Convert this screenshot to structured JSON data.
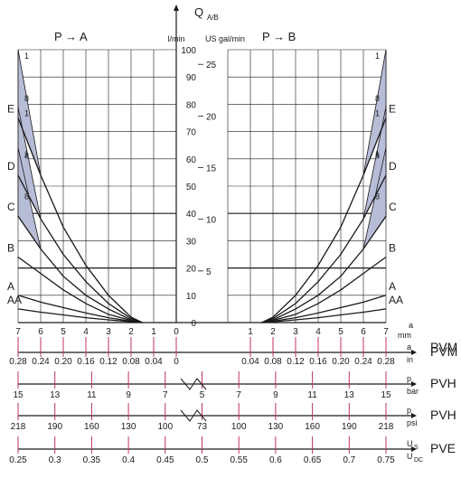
{
  "colors": {
    "ink": "#1a1a1a",
    "band": "#b7bdd6",
    "tick": "#c0306a"
  },
  "chart_data": {
    "type": "line",
    "title_q": "Q",
    "title_q_sub": "A/B",
    "units_left": "l/min",
    "units_right": "US gal/min",
    "left_label": "P → A",
    "right_label": "P → B",
    "ylim": [
      0,
      100
    ],
    "y_ticks_lmin": [
      "0",
      "10",
      "20",
      "30",
      "40",
      "50",
      "60",
      "70",
      "80",
      "90",
      "100"
    ],
    "y_ticks_gal": [
      "5",
      "10",
      "15",
      "20",
      "25"
    ],
    "x_ticks_mm": [
      "7",
      "6",
      "5",
      "4",
      "3",
      "2",
      "1",
      "0",
      "1",
      "2",
      "3",
      "4",
      "5",
      "6",
      "7"
    ],
    "x_mm_unit_a": "a",
    "x_mm_unit": "mm",
    "grid": true,
    "series": [
      {
        "name": "E",
        "values": [
          [
            1.5,
            0
          ],
          [
            2,
            2
          ],
          [
            3,
            10
          ],
          [
            4,
            21
          ],
          [
            5,
            35
          ],
          [
            6,
            54
          ],
          [
            7,
            75
          ]
        ]
      },
      {
        "name": "D",
        "values": [
          [
            1.5,
            0
          ],
          [
            2,
            1.5
          ],
          [
            3,
            7
          ],
          [
            4,
            15
          ],
          [
            5,
            25
          ],
          [
            6,
            38
          ],
          [
            7,
            54
          ]
        ]
      },
      {
        "name": "C",
        "values": [
          [
            1.5,
            0
          ],
          [
            2,
            1
          ],
          [
            3,
            5
          ],
          [
            4,
            10
          ],
          [
            5,
            17
          ],
          [
            6,
            27
          ],
          [
            7,
            39
          ]
        ]
      },
      {
        "name": "B",
        "values": [
          [
            1.5,
            0
          ],
          [
            2,
            0.8
          ],
          [
            3,
            3
          ],
          [
            4,
            7
          ],
          [
            5,
            12
          ],
          [
            6,
            18
          ],
          [
            7,
            24
          ]
        ]
      },
      {
        "name": "A",
        "values": [
          [
            1.5,
            0
          ],
          [
            2,
            0.5
          ],
          [
            3,
            1.8
          ],
          [
            4,
            3.5
          ],
          [
            5,
            5.5
          ],
          [
            6,
            7.5
          ],
          [
            7,
            10
          ]
        ]
      },
      {
        "name": "AA",
        "values": [
          [
            1.5,
            0
          ],
          [
            2,
            0.3
          ],
          [
            3,
            1
          ],
          [
            4,
            1.8
          ],
          [
            5,
            2.8
          ],
          [
            6,
            3.8
          ],
          [
            7,
            5
          ]
        ]
      }
    ],
    "bands": [
      {
        "name": "E",
        "marks": [
          "1",
          "8"
        ]
      },
      {
        "name": "D",
        "marks": [
          "1",
          "8"
        ]
      },
      {
        "name": "C",
        "marks": [
          "1",
          "8"
        ]
      }
    ],
    "scales": [
      {
        "title": "PVM",
        "unit": "a",
        "unit2": "mm",
        "labels": [
          "7",
          "6",
          "5",
          "4",
          "3",
          "2",
          "1",
          "0",
          "1",
          "2",
          "3",
          "4",
          "5",
          "6",
          "7"
        ]
      },
      {
        "title": "PVM",
        "unit": "a",
        "unit2": "in",
        "labels": [
          "0.28",
          "0.24",
          "0.20",
          "0.16",
          "0.12",
          "0.08",
          "0.04",
          "0",
          "0.04",
          "0.08",
          "0.12",
          "0.16",
          "0.20",
          "0.24",
          "0.28"
        ]
      },
      {
        "title": "PVH",
        "unit": "p",
        "unit2": "bar",
        "labels": [
          "15",
          "13",
          "11",
          "9",
          "7",
          "5",
          "7",
          "9",
          "11",
          "13",
          "15"
        ]
      },
      {
        "title": "PVH",
        "unit": "p",
        "unit2": "psi",
        "labels": [
          "218",
          "190",
          "160",
          "130",
          "100",
          "73",
          "100",
          "130",
          "160",
          "190",
          "218"
        ]
      },
      {
        "title": "PVE",
        "unit": "U",
        "unit_sub": "S",
        "unit2": "U",
        "unit2_sub": "DC",
        "labels": [
          "0.25",
          "0.3",
          "0.35",
          "0.4",
          "0.45",
          "0.5",
          "0.55",
          "0.6",
          "0.65",
          "0.7",
          "0.75"
        ]
      }
    ]
  }
}
